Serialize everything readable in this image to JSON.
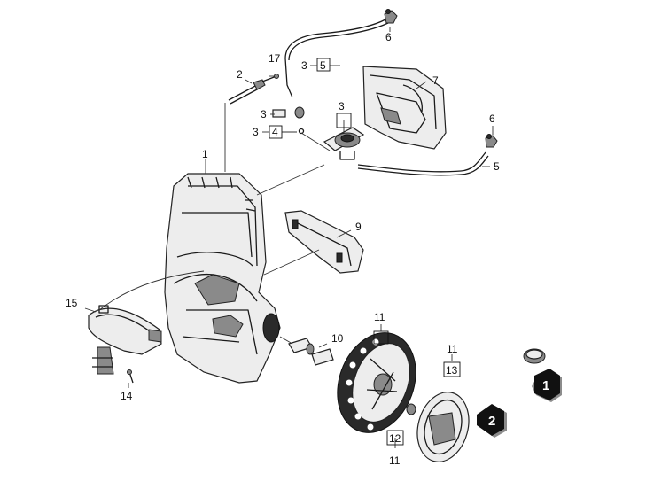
{
  "callouts": {
    "c1": "1",
    "c2": "2",
    "c3a": "3",
    "c3b": "3",
    "c3c": "3",
    "c3d": "3",
    "c4": "4",
    "c5a": "5",
    "c5b": "5",
    "c6a": "6",
    "c6b": "6",
    "c7": "7",
    "c9": "9",
    "c10": "10",
    "c11a": "11",
    "c11b": "11",
    "c11c": "11",
    "c12": "12",
    "c13": "13",
    "c14": "14",
    "c15": "15",
    "c17": "17"
  },
  "badges": {
    "b1": "1",
    "b2": "2"
  }
}
